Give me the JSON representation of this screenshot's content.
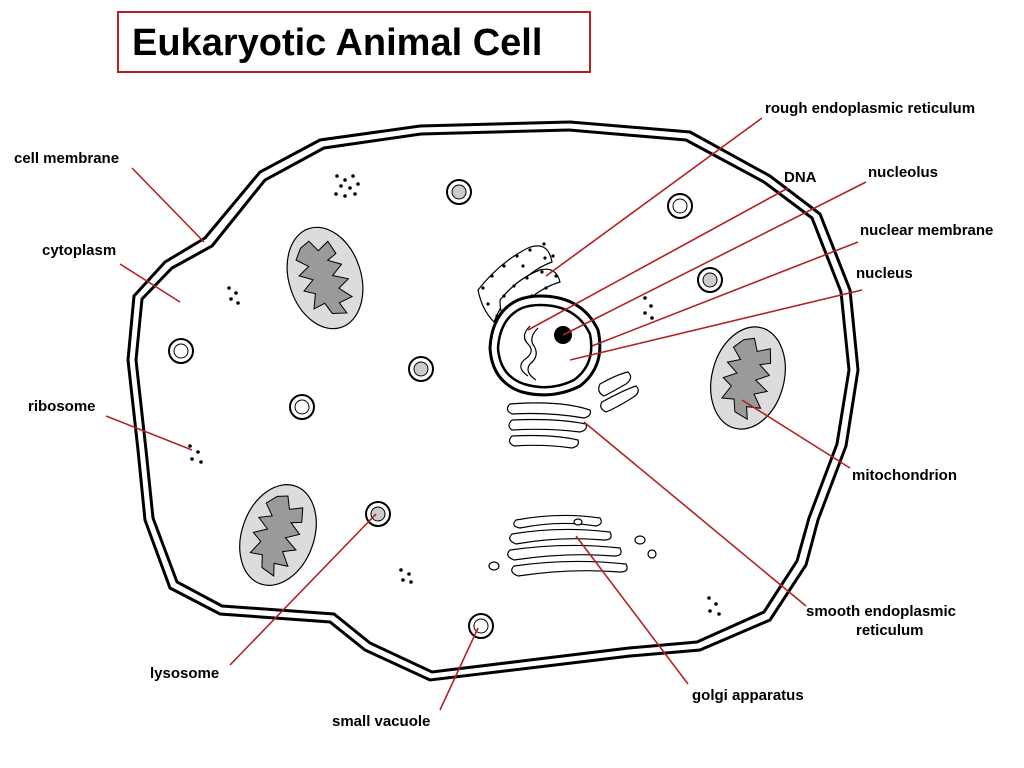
{
  "title": "Eukaryotic Animal Cell",
  "colors": {
    "leader_line": "#b22222",
    "title_border": "#b22222",
    "organelle_fill": "#dcdcdc",
    "cristae_fill": "#9a9a9a"
  },
  "labels": {
    "cell_membrane": "cell membrane",
    "cytoplasm": "cytoplasm",
    "ribosome": "ribosome",
    "lysosome": "lysosome",
    "small_vacuole": "small vacuole",
    "rough_er": "rough endoplasmic reticulum",
    "dna": "DNA",
    "nucleolus": "nucleolus",
    "nuclear_membrane": "nuclear membrane",
    "nucleus": "nucleus",
    "mitochondrion": "mitochondrion",
    "smooth_er_line1": "smooth endoplasmic",
    "smooth_er_line2": "reticulum",
    "golgi_apparatus": "golgi apparatus"
  }
}
